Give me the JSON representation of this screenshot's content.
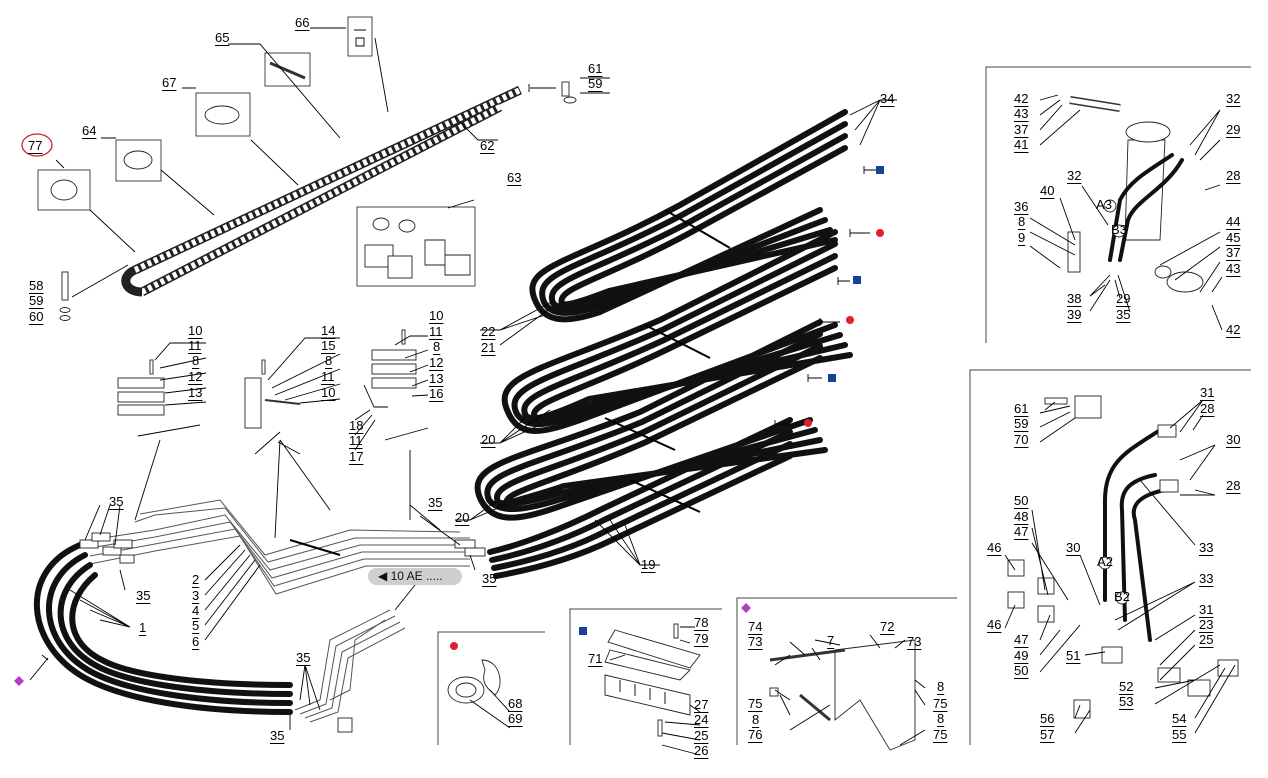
{
  "highlight_label": "77",
  "note_badge": "10 AE .....",
  "note_arrow": "◀",
  "markers": {
    "red": "#e0202b",
    "blue": "#1a3f9e",
    "purple": "#b43cc8",
    "highlight": "#d0202b"
  },
  "labels": {
    "l_66": "66",
    "l_65": "65",
    "l_67": "67",
    "l_64": "64",
    "l_61": "61",
    "l_59a": "59",
    "l_62": "62",
    "l_63": "63",
    "l_58": "58",
    "l_59b": "59",
    "l_60": "60",
    "l_34": "34",
    "l_22": "22",
    "l_21": "21",
    "l_20a": "20",
    "l_20b": "20",
    "l_19": "19",
    "l_10a": "10",
    "l_11a": "11",
    "l_8a": "8",
    "l_12a": "12",
    "l_13a": "13",
    "l_14": "14",
    "l_15": "15",
    "l_8b": "8",
    "l_11b": "11",
    "l_10b": "10",
    "l_10c": "10",
    "l_11c": "11",
    "l_8c": "8",
    "l_12c": "12",
    "l_13c": "13",
    "l_16": "16",
    "l_18": "18",
    "l_11d": "11",
    "l_17": "17",
    "l_35a": "35",
    "l_35b": "35",
    "l_35c": "35",
    "l_35d": "35",
    "l_35e": "35",
    "l_35f": "35",
    "l_2": "2",
    "l_3": "3",
    "l_4": "4",
    "l_5": "5",
    "l_6": "6",
    "l_1": "1",
    "l_68": "68",
    "l_69": "69",
    "l_78": "78",
    "l_79": "79",
    "l_71": "71",
    "l_27": "27",
    "l_24": "24",
    "l_25a": "25",
    "l_26": "26",
    "l_74": "74",
    "l_73a": "73",
    "l_7": "7",
    "l_72": "72",
    "l_73b": "73",
    "l_8d": "8",
    "l_75a": "75",
    "l_75b": "75",
    "l_8e": "8",
    "l_76": "76",
    "l_8f": "8",
    "l_75c": "75",
    "l_42a": "42",
    "l_43a": "43",
    "l_37a": "37",
    "l_41": "41",
    "l_32a": "32",
    "l_29a": "29",
    "l_28a": "28",
    "l_32b": "32",
    "l_40": "40",
    "l_36": "36",
    "l_8g": "8",
    "l_9": "9",
    "l_38": "38",
    "l_39": "39",
    "l_29b": "29",
    "l_35g": "35",
    "l_44": "44",
    "l_45": "45",
    "l_37b": "37",
    "l_43b": "43",
    "l_42b": "42",
    "l_61b": "61",
    "l_59c": "59",
    "l_70": "70",
    "l_31a": "31",
    "l_28b": "28",
    "l_30a": "30",
    "l_28c": "28",
    "l_50a": "50",
    "l_48": "48",
    "l_47a": "47",
    "l_46a": "46",
    "l_30b": "30",
    "l_33a": "33",
    "l_33b": "33",
    "l_46b": "46",
    "l_47b": "47",
    "l_49": "49",
    "l_50b": "50",
    "l_51": "51",
    "l_31b": "31",
    "l_23": "23",
    "l_25b": "25",
    "l_52": "52",
    "l_53": "53",
    "l_56": "56",
    "l_57": "57",
    "l_54": "54",
    "l_55": "55"
  },
  "hose_tags": {
    "a3": "A3",
    "b3": "B3",
    "a2": "A2",
    "b2": "B2"
  }
}
